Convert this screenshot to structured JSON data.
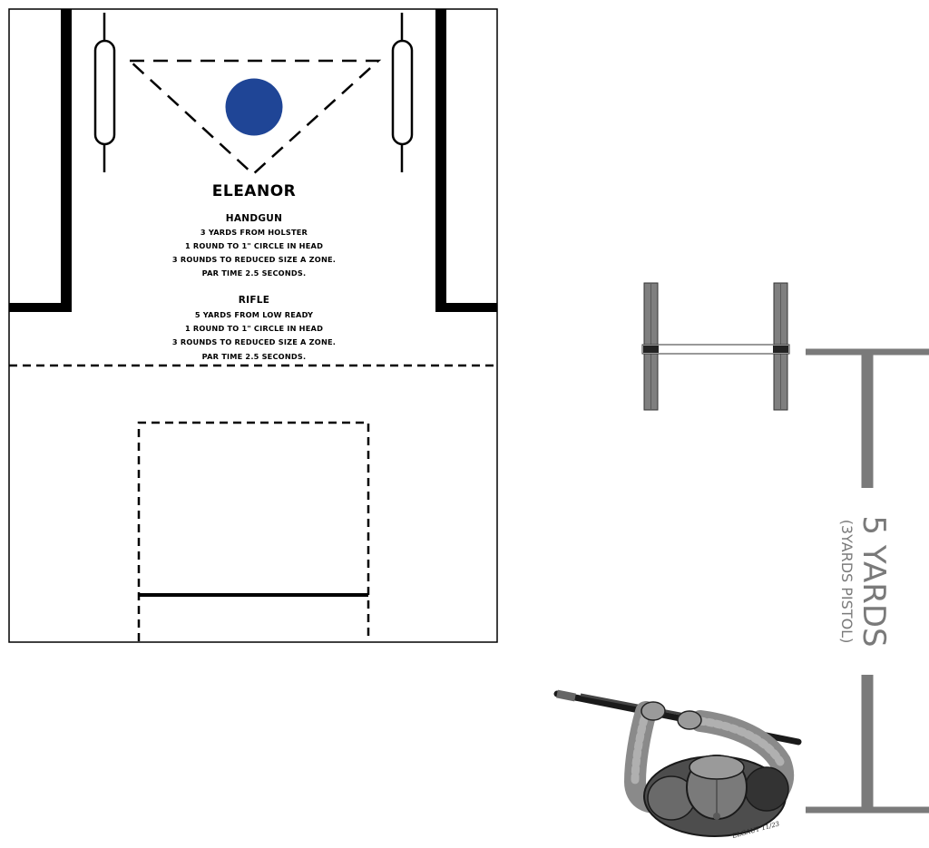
{
  "drill": {
    "title": "ELEANOR",
    "handgun": {
      "heading": "HANDGUN",
      "lines": [
        "3 YARDS FROM HOLSTER",
        "1 ROUND TO 1\" CIRCLE IN HEAD",
        "3 ROUNDS TO REDUCED SIZE A ZONE.",
        "PAR TIME 2.5 SECONDS."
      ]
    },
    "rifle": {
      "heading": "RIFLE",
      "lines": [
        "5 YARDS FROM LOW READY",
        "1 ROUND TO 1\" CIRCLE IN HEAD",
        "3 ROUNDS TO REDUCED SIZE A ZONE.",
        "PAR TIME 2.5 SECONDS."
      ]
    }
  },
  "distance": {
    "main": "5 YARDS",
    "sub": "(3YARDS PISTOL)"
  },
  "signature": "ELGAUT 11/23",
  "colors": {
    "head_circle": "#1f4596",
    "stand": "#7f7f7f",
    "distance": "#7a7a7a"
  }
}
